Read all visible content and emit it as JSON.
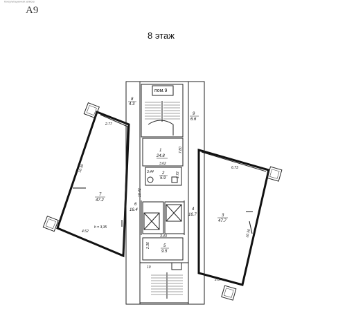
{
  "header": {
    "corner_label": "А9",
    "small_note": "Консультационная записка",
    "floor_title": "8 этаж"
  },
  "rooms": [
    {
      "id": "pom9",
      "label": "пом.9"
    },
    {
      "id": "r8",
      "num": "8",
      "area": "4.3"
    },
    {
      "id": "r9",
      "num": "9",
      "area": "6.6"
    },
    {
      "id": "r1",
      "num": "1",
      "area": "24.8"
    },
    {
      "id": "r2",
      "num": "2",
      "area": "5.9"
    },
    {
      "id": "r7",
      "num": "7",
      "area": "47.2"
    },
    {
      "id": "r6",
      "num": "6",
      "area": "16.4"
    },
    {
      "id": "r4",
      "num": "4",
      "area": "16.7"
    },
    {
      "id": "r3",
      "num": "3",
      "area": "47.7"
    },
    {
      "id": "r5",
      "num": "5",
      "area": "9.5"
    }
  ],
  "dimensions": {
    "d_2_77": "2.77",
    "d_10_38": "10.38",
    "d_4_52": "4.52",
    "d_h": "h = 3,35",
    "d_3_62": "3.62",
    "d_7_80": "7.80",
    "d_3_44": "3.44",
    "d_1_72": "1.72",
    "d_10_42": "10.42",
    "d_3_43": "3.43",
    "d_2_36": "2.36",
    "d_6_73": "6.73",
    "d_10_39": "10.39",
    "d_2_67": "2.67",
    "d_10": "10"
  }
}
